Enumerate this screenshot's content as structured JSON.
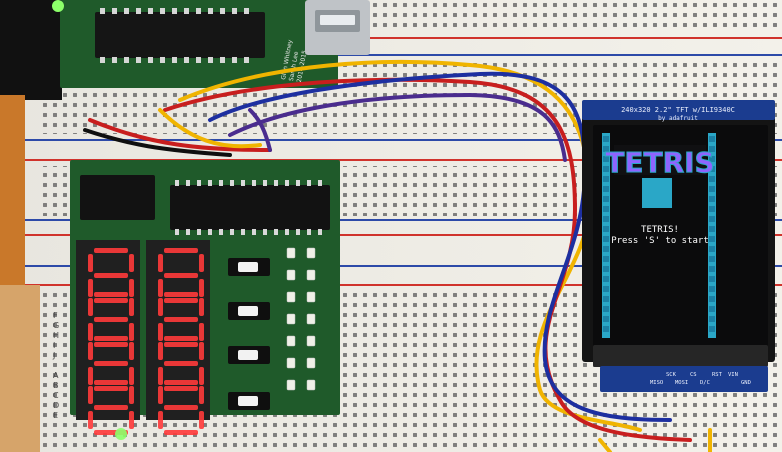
{
  "top_board": {
    "silk_lines": [
      "Glen Whitney",
      "Sarah Lee",
      "2014-2015"
    ]
  },
  "tft_module": {
    "header_title": "240x320 2.2\" TFT w/ILI9340C",
    "header_subtitle": "by adafruit",
    "pin_labels": [
      "GND",
      "VIN",
      "RST",
      "D/C",
      "CS",
      "MOSI",
      "SCK",
      "MISO"
    ]
  },
  "tft_screen": {
    "logo_text": "TETRIS",
    "line1": "TETRIS!",
    "line2": "Press 'S' to start"
  },
  "breadboard": {
    "row_letters_left": [
      "A",
      "B",
      "C",
      "D",
      "E",
      "F",
      "G",
      "H",
      "I",
      "J"
    ]
  },
  "colors": {
    "pcb_green": "#1f5a2a",
    "breadboard_white": "#f1efe9",
    "rail_red": "#d0332c",
    "rail_blue": "#2d4aa8",
    "tft_bezel": "#0e0e10",
    "screen_border": "#2aa7c7",
    "wire_yellow": "#f0b400",
    "wire_red": "#c81e1e",
    "wire_blue": "#1d2fa0",
    "wire_purple": "#4a2c8e",
    "seg_red": "#ff3a3a",
    "led_green": "#8cff6a"
  },
  "icons": {
    "usb": "usb-connector-icon",
    "sevenSeg": "seven-seg-digit-icon",
    "switch": "slide-switch-icon"
  }
}
